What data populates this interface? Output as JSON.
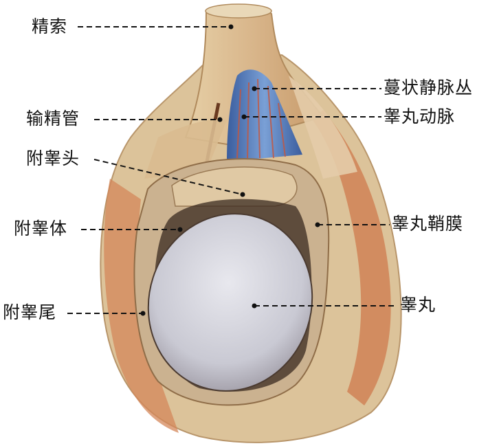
{
  "figure": {
    "subject": "睾丸与精索解剖图",
    "labels": {
      "spermatic_cord": "精索",
      "pampiniform_plexus": "蔓状静脉丛",
      "vas_deferens": "输精管",
      "testicular_artery": "睾丸动脉",
      "epididymis_head": "附睾头",
      "epididymis_body": "附睾体",
      "tunica_vaginalis": "睾丸鞘膜",
      "epididymis_tail": "附睾尾",
      "testis": "睾丸"
    },
    "colors": {
      "tissue": "#dcc39a",
      "muscle": "#c8683a",
      "vein": "#4a6fb0",
      "testis": "#d2d2d8",
      "leader": "#111111"
    }
  }
}
